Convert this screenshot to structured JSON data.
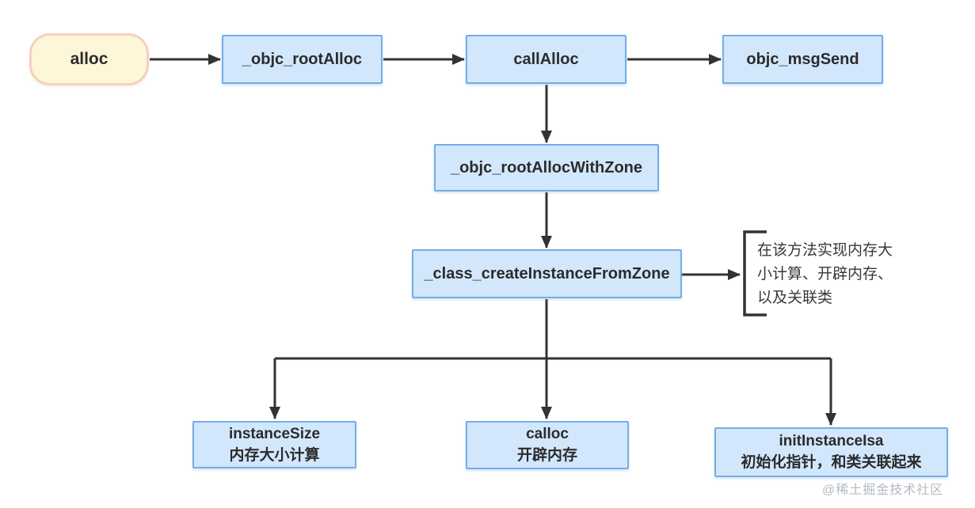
{
  "nodes": {
    "alloc": {
      "label": "alloc"
    },
    "objc_root_alloc": {
      "label": "_objc_rootAlloc"
    },
    "call_alloc": {
      "label": "callAlloc"
    },
    "objc_msg_send": {
      "label": "objc_msgSend"
    },
    "objc_root_alloc_with_zone": {
      "label": "_objc_rootAllocWithZone"
    },
    "class_create_instance_from_zone": {
      "label": "_class_createInstanceFromZone"
    },
    "instance_size": {
      "label": "instanceSize",
      "sublabel": "内存大小计算"
    },
    "calloc": {
      "label": "calloc",
      "sublabel": "开辟内存"
    },
    "init_instance_isa": {
      "label": "initInstanceIsa",
      "sublabel": "初始化指针，和类关联起来"
    }
  },
  "annotation": {
    "lines": [
      "在该方法实现内存大",
      "小计算、开辟内存、",
      "以及关联类"
    ]
  },
  "edges": [
    {
      "from": "alloc",
      "to": "_objc_rootAlloc"
    },
    {
      "from": "_objc_rootAlloc",
      "to": "callAlloc"
    },
    {
      "from": "callAlloc",
      "to": "objc_msgSend"
    },
    {
      "from": "callAlloc",
      "to": "_objc_rootAllocWithZone"
    },
    {
      "from": "_objc_rootAllocWithZone",
      "to": "_class_createInstanceFromZone"
    },
    {
      "from": "_class_createInstanceFromZone",
      "to": "annotation"
    },
    {
      "from": "_class_createInstanceFromZone",
      "to": "instanceSize"
    },
    {
      "from": "_class_createInstanceFromZone",
      "to": "calloc"
    },
    {
      "from": "_class_createInstanceFromZone",
      "to": "initInstanceIsa"
    }
  ],
  "watermark": "@稀土掘金技术社区",
  "colors": {
    "node_fill": "#d2e7fc",
    "node_border": "#74ade8",
    "start_fill": "#fdf7d7",
    "start_border": "#f6cfc2",
    "arrow": "#333333",
    "text": "#2b2b2b",
    "watermark": "#b4bac2"
  }
}
